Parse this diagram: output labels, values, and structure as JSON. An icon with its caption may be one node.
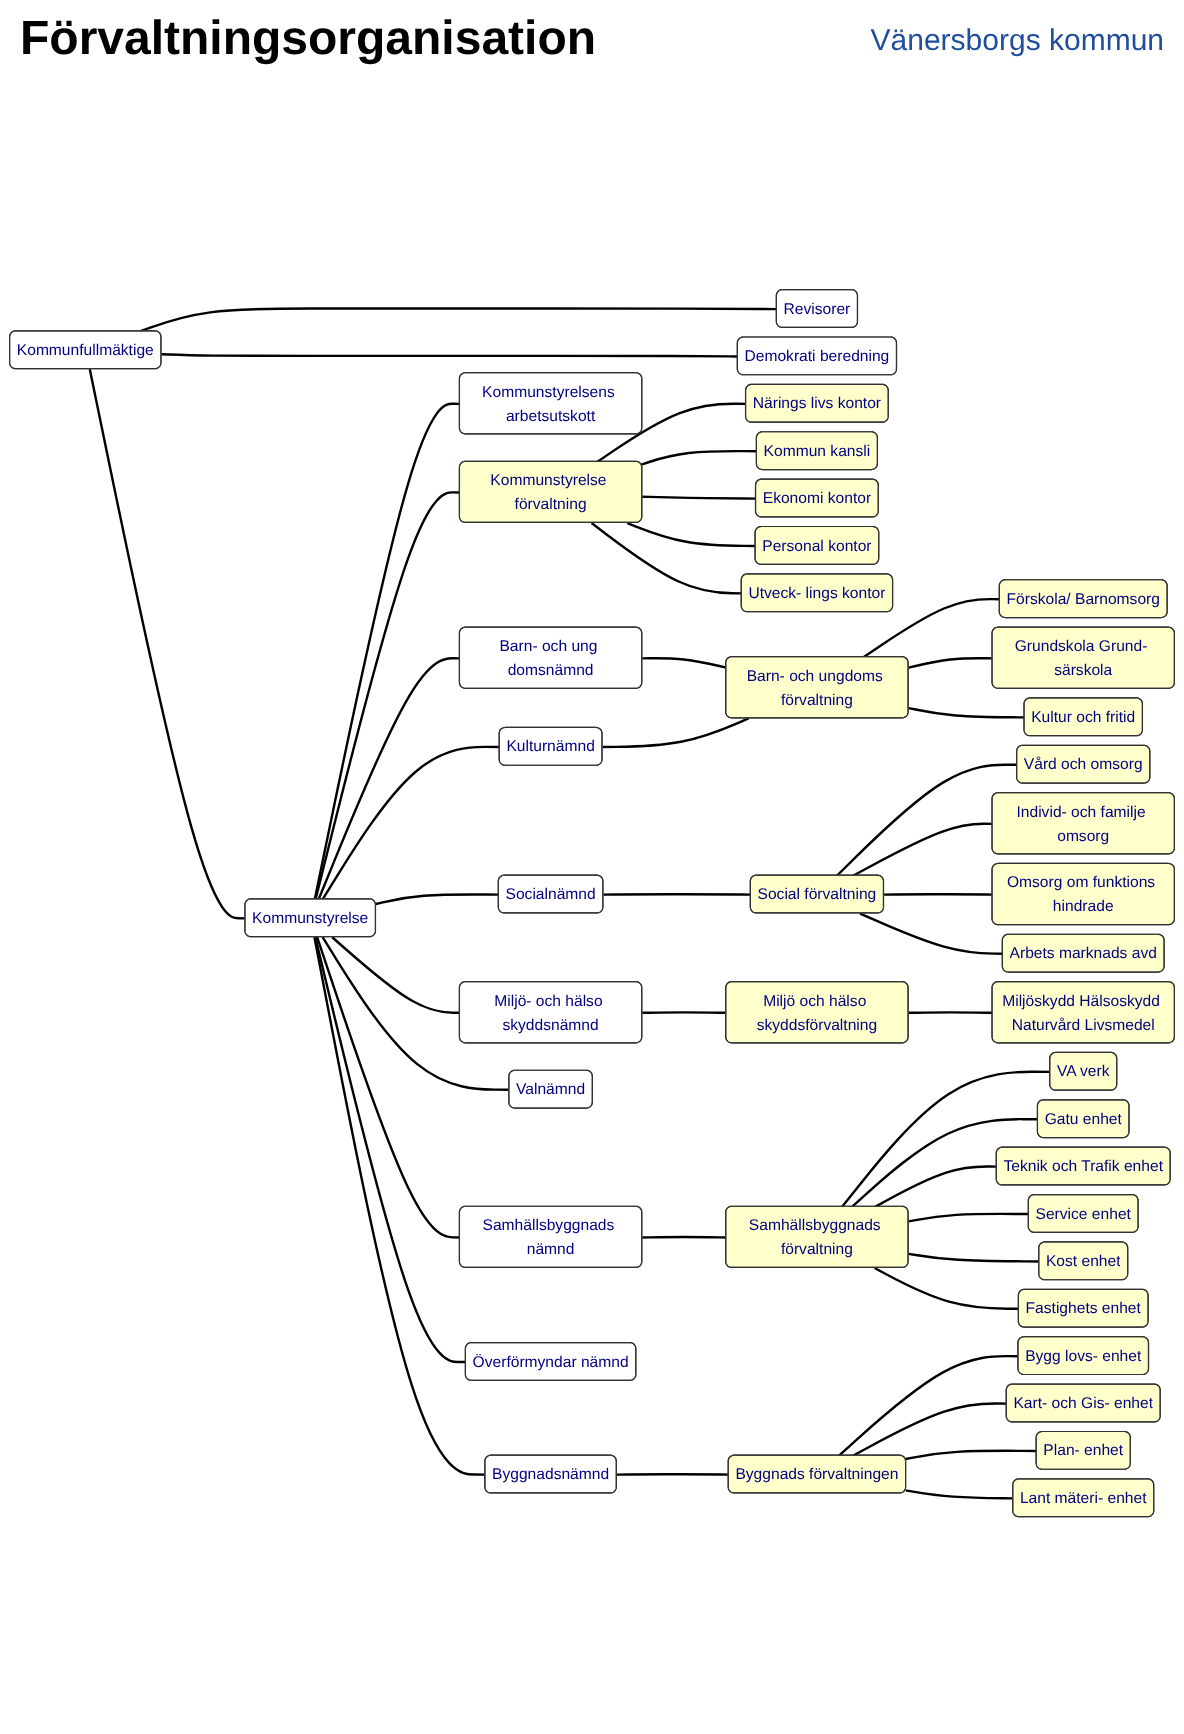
{
  "diagram": {
    "title": "Förvaltningsorganisation",
    "nodes": [
      {
        "text": [
          "Kommunfullmäktige"
        ]
      },
      {
        "text": [
          "Revisorer"
        ]
      },
      {
        "text": [
          "Demokrati beredning"
        ]
      },
      {
        "text": [
          "Kommunstyrelse"
        ]
      },
      {
        "text": [
          "Kommunstyrelsens arbetsutskott"
        ]
      },
      {
        "text": [
          "Kommunstyrelse förvaltning"
        ]
      },
      {
        "text": [
          "Närings livs kontor"
        ]
      },
      {
        "text": [
          "Kommun kansli"
        ]
      },
      {
        "text": [
          "Ekonomi kontor"
        ]
      },
      {
        "text": [
          "Personal kontor"
        ]
      },
      {
        "text": [
          "Utveck- lings kontor"
        ]
      },
      {
        "text": [
          "Barn- och ung domsnämnd"
        ]
      },
      {
        "text": [
          "Barn- och ungdoms förvaltning"
        ]
      },
      {
        "text": [
          "Förskola/ Barnomsorg"
        ]
      },
      {
        "text": [
          "Grundskola Grund- särskola"
        ]
      },
      {
        "text": [
          "Kultur och fritid"
        ]
      },
      {
        "text": [
          "Kulturnämnd"
        ]
      },
      {
        "text": [
          "Socialnämnd"
        ]
      },
      {
        "text": [
          "Social förvaltning"
        ]
      },
      {
        "text": [
          "Vård och omsorg"
        ]
      },
      {
        "text": [
          "Individ- och familje omsorg"
        ]
      },
      {
        "text": [
          "Omsorg om funktions hindrade"
        ]
      },
      {
        "text": [
          "Arbets marknads avd"
        ]
      },
      {
        "text": [
          "Miljö- och hälso skyddsnämnd"
        ]
      },
      {
        "text": [
          "Miljö och hälso skyddsförvaltning"
        ]
      },
      {
        "text": [
          "Miljöskydd Hälsoskydd Naturvård Livsmedel"
        ]
      },
      {
        "text": [
          "Valnämnd"
        ]
      },
      {
        "text": [
          "Samhällsbyggnads nämnd"
        ]
      },
      {
        "text": [
          "Samhällsbyggnads förvaltning"
        ]
      },
      {
        "text": [
          "VA verk"
        ]
      },
      {
        "text": [
          "Gatu enhet"
        ]
      },
      {
        "text": [
          "Teknik och Trafik enhet"
        ]
      },
      {
        "text": [
          "Service enhet"
        ]
      },
      {
        "text": [
          "Kost enhet"
        ]
      },
      {
        "text": [
          "Fastighets enhet"
        ]
      },
      {
        "text": [
          "Överförmyndar nämnd"
        ]
      },
      {
        "text": [
          "Byggnadsnämnd"
        ]
      },
      {
        "text": [
          "Byggnads förvaltningen"
        ]
      },
      {
        "text": [
          "Bygg lovs- enhet"
        ]
      },
      {
        "text": [
          "Kart- och Gis- enhet"
        ]
      },
      {
        "text": [
          "Plan- enhet"
        ]
      },
      {
        "text": [
          "Lant mäteri- enhet"
        ]
      }
    ],
    "edges": [
      {
        "from": 0,
        "to": 1,
        "arrow": "none"
      },
      {
        "from": 0,
        "to": 2,
        "arrow": "none"
      },
      {
        "from": 0,
        "to": 3,
        "arrow": "none"
      },
      {
        "from": 3,
        "to": 4,
        "arrow": "none"
      },
      {
        "from": 3,
        "to": 5,
        "arrow": "none"
      },
      {
        "from": 5,
        "to": 6,
        "arrow": "none"
      },
      {
        "from": 5,
        "to": 7,
        "arrow": "none"
      },
      {
        "from": 5,
        "to": 8,
        "arrow": "none"
      },
      {
        "from": 5,
        "to": 9,
        "arrow": "none"
      },
      {
        "from": 5,
        "to": 10,
        "arrow": "none"
      },
      {
        "from": 3,
        "to": 11,
        "arrow": "none"
      },
      {
        "from": 11,
        "to": 12,
        "arrow": "none"
      },
      {
        "from": 12,
        "to": 13,
        "arrow": "none"
      },
      {
        "from": 12,
        "to": 14,
        "arrow": "none"
      },
      {
        "from": 12,
        "to": 15,
        "arrow": "none"
      },
      {
        "from": 3,
        "to": 16,
        "arrow": "none"
      },
      {
        "from": 16,
        "to": 12,
        "arrow": "none"
      },
      {
        "from": 3,
        "to": 17,
        "arrow": "none"
      },
      {
        "from": 17,
        "to": 18,
        "arrow": "none"
      },
      {
        "from": 18,
        "to": 19,
        "arrow": "none"
      },
      {
        "from": 18,
        "to": 20,
        "arrow": "none"
      },
      {
        "from": 18,
        "to": 21,
        "arrow": "none"
      },
      {
        "from": 18,
        "to": 22,
        "arrow": "none"
      },
      {
        "from": 3,
        "to": 23,
        "arrow": "none"
      },
      {
        "from": 23,
        "to": 24,
        "arrow": "none"
      },
      {
        "from": 24,
        "to": 25,
        "arrow": "none"
      },
      {
        "from": 3,
        "to": 26,
        "arrow": "none"
      },
      {
        "from": 3,
        "to": 27,
        "arrow": "none"
      },
      {
        "from": 27,
        "to": 28,
        "arrow": "none"
      },
      {
        "from": 28,
        "to": 29,
        "arrow": "none"
      },
      {
        "from": 28,
        "to": 30,
        "arrow": "none"
      },
      {
        "from": 28,
        "to": 31,
        "arrow": "none"
      },
      {
        "from": 28,
        "to": 32,
        "arrow": "none"
      },
      {
        "from": 28,
        "to": 33,
        "arrow": "none"
      },
      {
        "from": 28,
        "to": 34,
        "arrow": "none"
      },
      {
        "from": 3,
        "to": 35,
        "arrow": "none"
      },
      {
        "from": 3,
        "to": 36,
        "arrow": "none"
      },
      {
        "from": 36,
        "to": 37,
        "arrow": "none"
      },
      {
        "from": 37,
        "to": 38,
        "arrow": "none"
      },
      {
        "from": 37,
        "to": 39,
        "arrow": "none"
      },
      {
        "from": 37,
        "to": 40,
        "arrow": "none"
      },
      {
        "from": 37,
        "to": 41,
        "arrow": "none"
      }
    ],
    "labels": [
      "Vänersborgs kommun"
    ]
  }
}
